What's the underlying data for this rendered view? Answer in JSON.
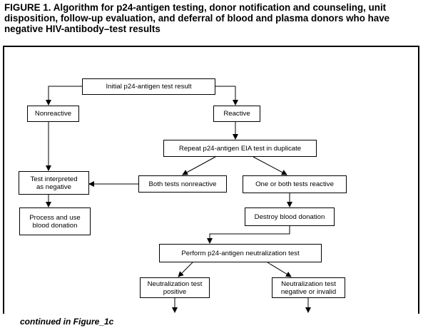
{
  "figure": {
    "title_lines": [
      "FIGURE 1. Algorithm for p24-antigen testing, donor notification and counseling, unit",
      "disposition, follow-up evaluation, and deferral of blood and plasma donors who have",
      "negative HIV-antibody–test results"
    ]
  },
  "nodes": {
    "initial": "Initial p24-antigen test result",
    "nonreactive": "Nonreactive",
    "reactive": "Reactive",
    "repeat": "Repeat p24-antigen EIA test in duplicate",
    "interpreted": "Test interpreted\nas negative",
    "both_nonreactive": "Both tests nonreactive",
    "one_or_both": "One or both tests reactive",
    "process": "Process and use\nblood donation",
    "destroy": "Destroy blood donation",
    "neutralization": "Perform p24-antigen neutralization test",
    "neut_positive": "Neutralization test\npositive",
    "neut_negative": "Neutralization test\nnegative or invalid"
  },
  "footer": {
    "continued": "continued in Figure_1c"
  }
}
